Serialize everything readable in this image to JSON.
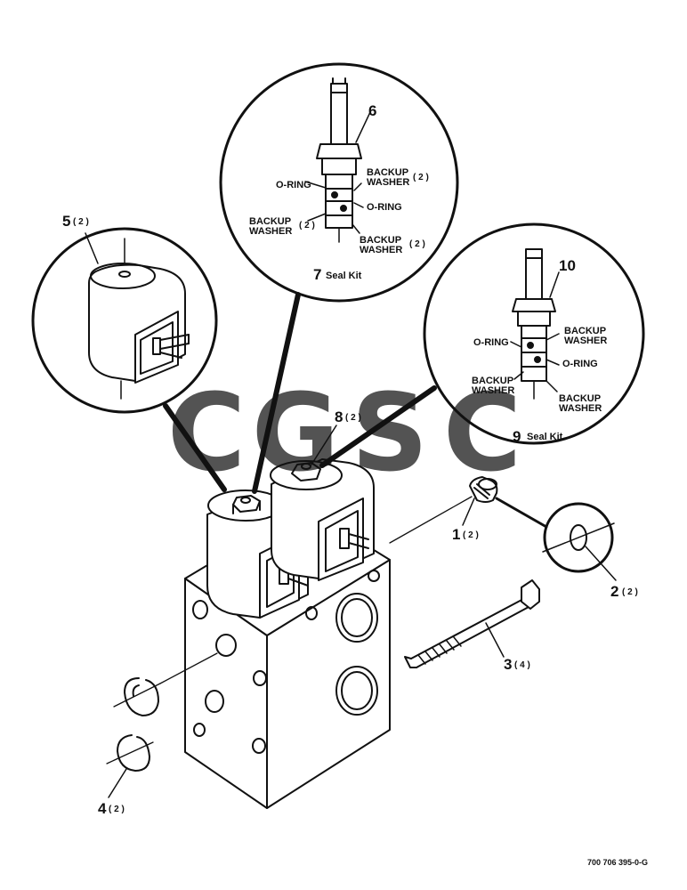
{
  "document_code": "700 706 395-0-G",
  "parts": [
    {
      "num": "1",
      "qty": "( 2 )"
    },
    {
      "num": "2",
      "qty": "( 2 )"
    },
    {
      "num": "3",
      "qty": "( 4 )"
    },
    {
      "num": "4",
      "qty": "( 2 )"
    },
    {
      "num": "5",
      "qty": "( 2 )"
    },
    {
      "num": "6",
      "qty": ""
    },
    {
      "num": "8",
      "qty": "( 2 )"
    },
    {
      "num": "10",
      "qty": ""
    }
  ],
  "callout_top": {
    "o_ring": "O-RING",
    "backup_washer_qty": "( 2 )",
    "kit_number": "7",
    "kit_label": "Seal Kit",
    "labels": {
      "oring_left": "O-RING",
      "backup_tr_1": "BACKUP",
      "backup_tr_2": "WASHER",
      "oring_right": "O-RING",
      "backup_left_1": "BACKUP",
      "backup_left_2": "WASHER",
      "backup_br_1": "BACKUP",
      "backup_br_2": "WASHER"
    }
  },
  "callout_right": {
    "kit_number": "9",
    "kit_label": "Seal Kit",
    "labels": {
      "backup_tr_1": "BACKUP",
      "backup_tr_2": "WASHER",
      "oring_left": "O-RING",
      "oring_right": "O-RING",
      "backup_left_1": "BACKUP",
      "backup_left_2": "WASHER",
      "backup_br_1": "BACKUP",
      "backup_br_2": "WASHER"
    }
  },
  "watermark": {
    "letters": [
      "C",
      "G",
      "S",
      "C"
    ],
    "colors": [
      "#4285F4",
      "#EA4335",
      "#FBBC05",
      "#34A853"
    ]
  }
}
